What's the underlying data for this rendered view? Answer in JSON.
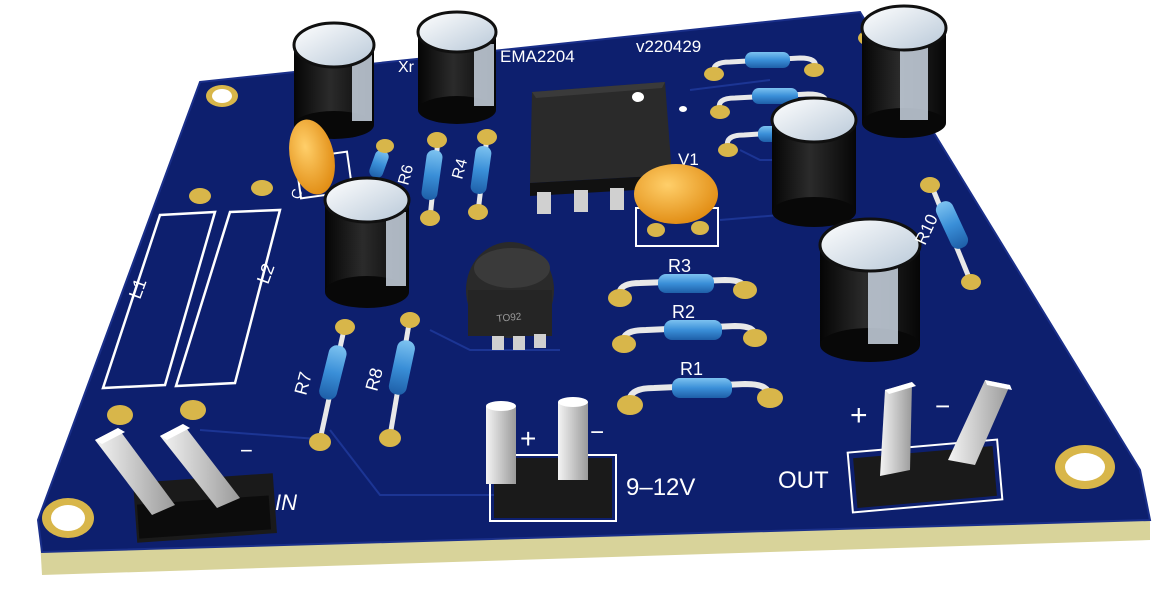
{
  "board": {
    "id_text": "EMA2204",
    "version_text": "v220429",
    "logo_text": "Xr",
    "colors": {
      "substrate": "#0d1f6e",
      "edge": "#d9d49a",
      "silk": "#ffffff",
      "pad": "#d8b64a",
      "cap_body": "#141414",
      "resistor_body": "#3f8fd6",
      "ceramic_cap": "#f0a020",
      "ic_body": "#1b1b1b",
      "header_pin": "#c8c8c8"
    }
  },
  "labels": {
    "l1": "L1",
    "l2": "L2",
    "r1": "R1",
    "r2": "R2",
    "r3": "R3",
    "r4": "R4",
    "r6": "R6",
    "r7": "R7",
    "r8": "R8",
    "r10": "R10",
    "v1": "V1",
    "c_ceramic": "C",
    "transistor_pkg": "TO92",
    "in_label": "IN",
    "in_minus": "−",
    "supply_label": "9–12V",
    "supply_plus": "+",
    "supply_minus": "−",
    "out_label": "OUT",
    "out_plus": "+",
    "out_minus": "−"
  }
}
